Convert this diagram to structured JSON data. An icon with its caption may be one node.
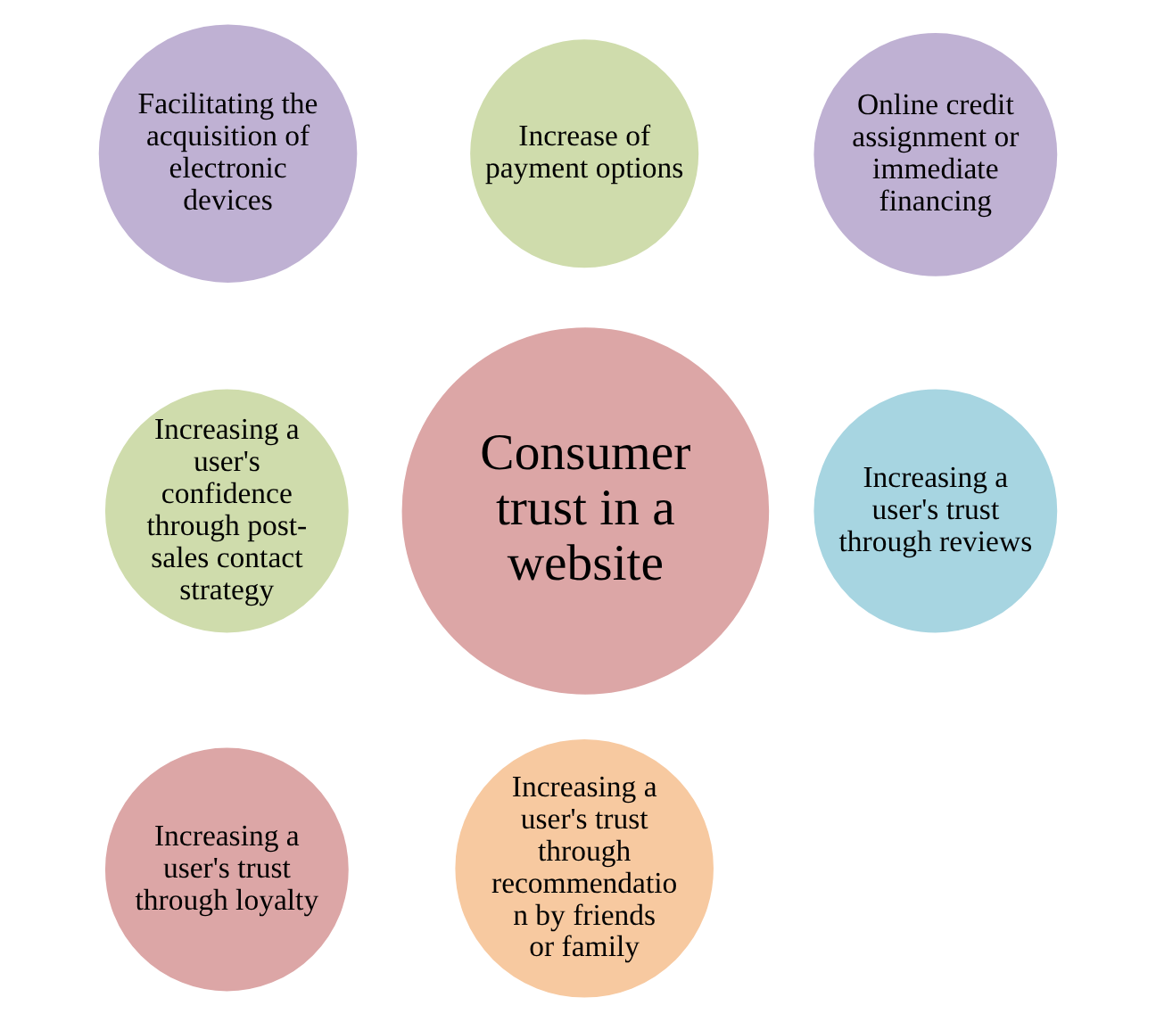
{
  "diagram": {
    "nodes": [
      {
        "text": [
          "Increase of payment options"
        ]
      },
      {
        "text": [
          "Facilitating the acquisition of electronic devices"
        ]
      },
      {
        "text": [
          "Online credit assignment or immediate financing"
        ]
      },
      {
        "text": [
          "Consumer trust in a website"
        ]
      },
      {
        "text": [
          "Increasing a user's confidence through post-sales contact strategy"
        ]
      },
      {
        "text": [
          "Increasing a user's trust through reviews"
        ]
      },
      {
        "text": [
          "Increasing a user's trust through loyalty"
        ]
      },
      {
        "text": [
          "Increasing a user's trust through recommendatio n by friends or family"
        ]
      }
    ],
    "edges": []
  }
}
